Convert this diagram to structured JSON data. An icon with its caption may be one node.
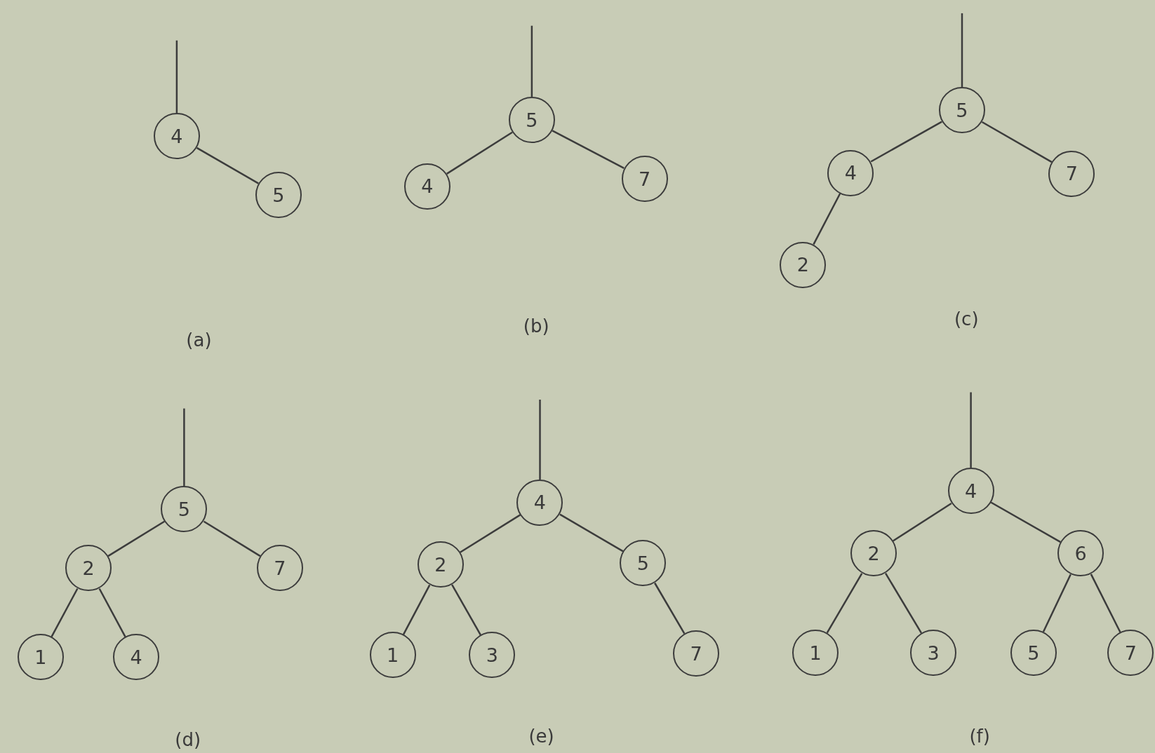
{
  "diagram": {
    "nodes": [
      {
        "text": [
          "4"
        ]
      },
      {
        "text": [
          "5"
        ]
      },
      {
        "text": [
          "5"
        ]
      },
      {
        "text": [
          "4"
        ]
      },
      {
        "text": [
          "7"
        ]
      },
      {
        "text": [
          "5"
        ]
      },
      {
        "text": [
          "4"
        ]
      },
      {
        "text": [
          "7"
        ]
      },
      {
        "text": [
          "2"
        ]
      },
      {
        "text": [
          "5"
        ]
      },
      {
        "text": [
          "2"
        ]
      },
      {
        "text": [
          "7"
        ]
      },
      {
        "text": [
          "1"
        ]
      },
      {
        "text": [
          "4"
        ]
      },
      {
        "text": [
          "4"
        ]
      },
      {
        "text": [
          "2"
        ]
      },
      {
        "text": [
          "5"
        ]
      },
      {
        "text": [
          "1"
        ]
      },
      {
        "text": [
          "3"
        ]
      },
      {
        "text": [
          "7"
        ]
      },
      {
        "text": [
          "4"
        ]
      },
      {
        "text": [
          "2"
        ]
      },
      {
        "text": [
          "6"
        ]
      },
      {
        "text": [
          "1"
        ]
      },
      {
        "text": [
          "3"
        ]
      },
      {
        "text": [
          "5"
        ]
      },
      {
        "text": [
          "7"
        ]
      }
    ],
    "edges": [
      {
        "from": null,
        "to": 0,
        "arrow": "none"
      },
      {
        "from": 0,
        "to": 1,
        "arrow": "none"
      },
      {
        "from": null,
        "to": 2,
        "arrow": "none"
      },
      {
        "from": 2,
        "to": 3,
        "arrow": "none"
      },
      {
        "from": 2,
        "to": 4,
        "arrow": "none"
      },
      {
        "from": null,
        "to": 5,
        "arrow": "none"
      },
      {
        "from": 5,
        "to": 6,
        "arrow": "none"
      },
      {
        "from": 5,
        "to": 7,
        "arrow": "none"
      },
      {
        "from": 6,
        "to": 8,
        "arrow": "none"
      },
      {
        "from": null,
        "to": 9,
        "arrow": "none"
      },
      {
        "from": 9,
        "to": 10,
        "arrow": "none"
      },
      {
        "from": 9,
        "to": 11,
        "arrow": "none"
      },
      {
        "from": 10,
        "to": 12,
        "arrow": "none"
      },
      {
        "from": 10,
        "to": 13,
        "arrow": "none"
      },
      {
        "from": null,
        "to": 14,
        "arrow": "none"
      },
      {
        "from": 14,
        "to": 15,
        "arrow": "none"
      },
      {
        "from": 14,
        "to": 16,
        "arrow": "none"
      },
      {
        "from": 15,
        "to": 17,
        "arrow": "none"
      },
      {
        "from": 15,
        "to": 18,
        "arrow": "none"
      },
      {
        "from": 16,
        "to": 19,
        "arrow": "none"
      },
      {
        "from": null,
        "to": 20,
        "arrow": "none"
      },
      {
        "from": 20,
        "to": 21,
        "arrow": "none"
      },
      {
        "from": 20,
        "to": 22,
        "arrow": "none"
      },
      {
        "from": 21,
        "to": 23,
        "arrow": "none"
      },
      {
        "from": 21,
        "to": 24,
        "arrow": "none"
      },
      {
        "from": 22,
        "to": 25,
        "arrow": "none"
      },
      {
        "from": 22,
        "to": 26,
        "arrow": "none"
      }
    ],
    "labels": [
      "(a)",
      "(b)",
      "(c)",
      "(d)",
      "(e)",
      "(f)"
    ]
  }
}
